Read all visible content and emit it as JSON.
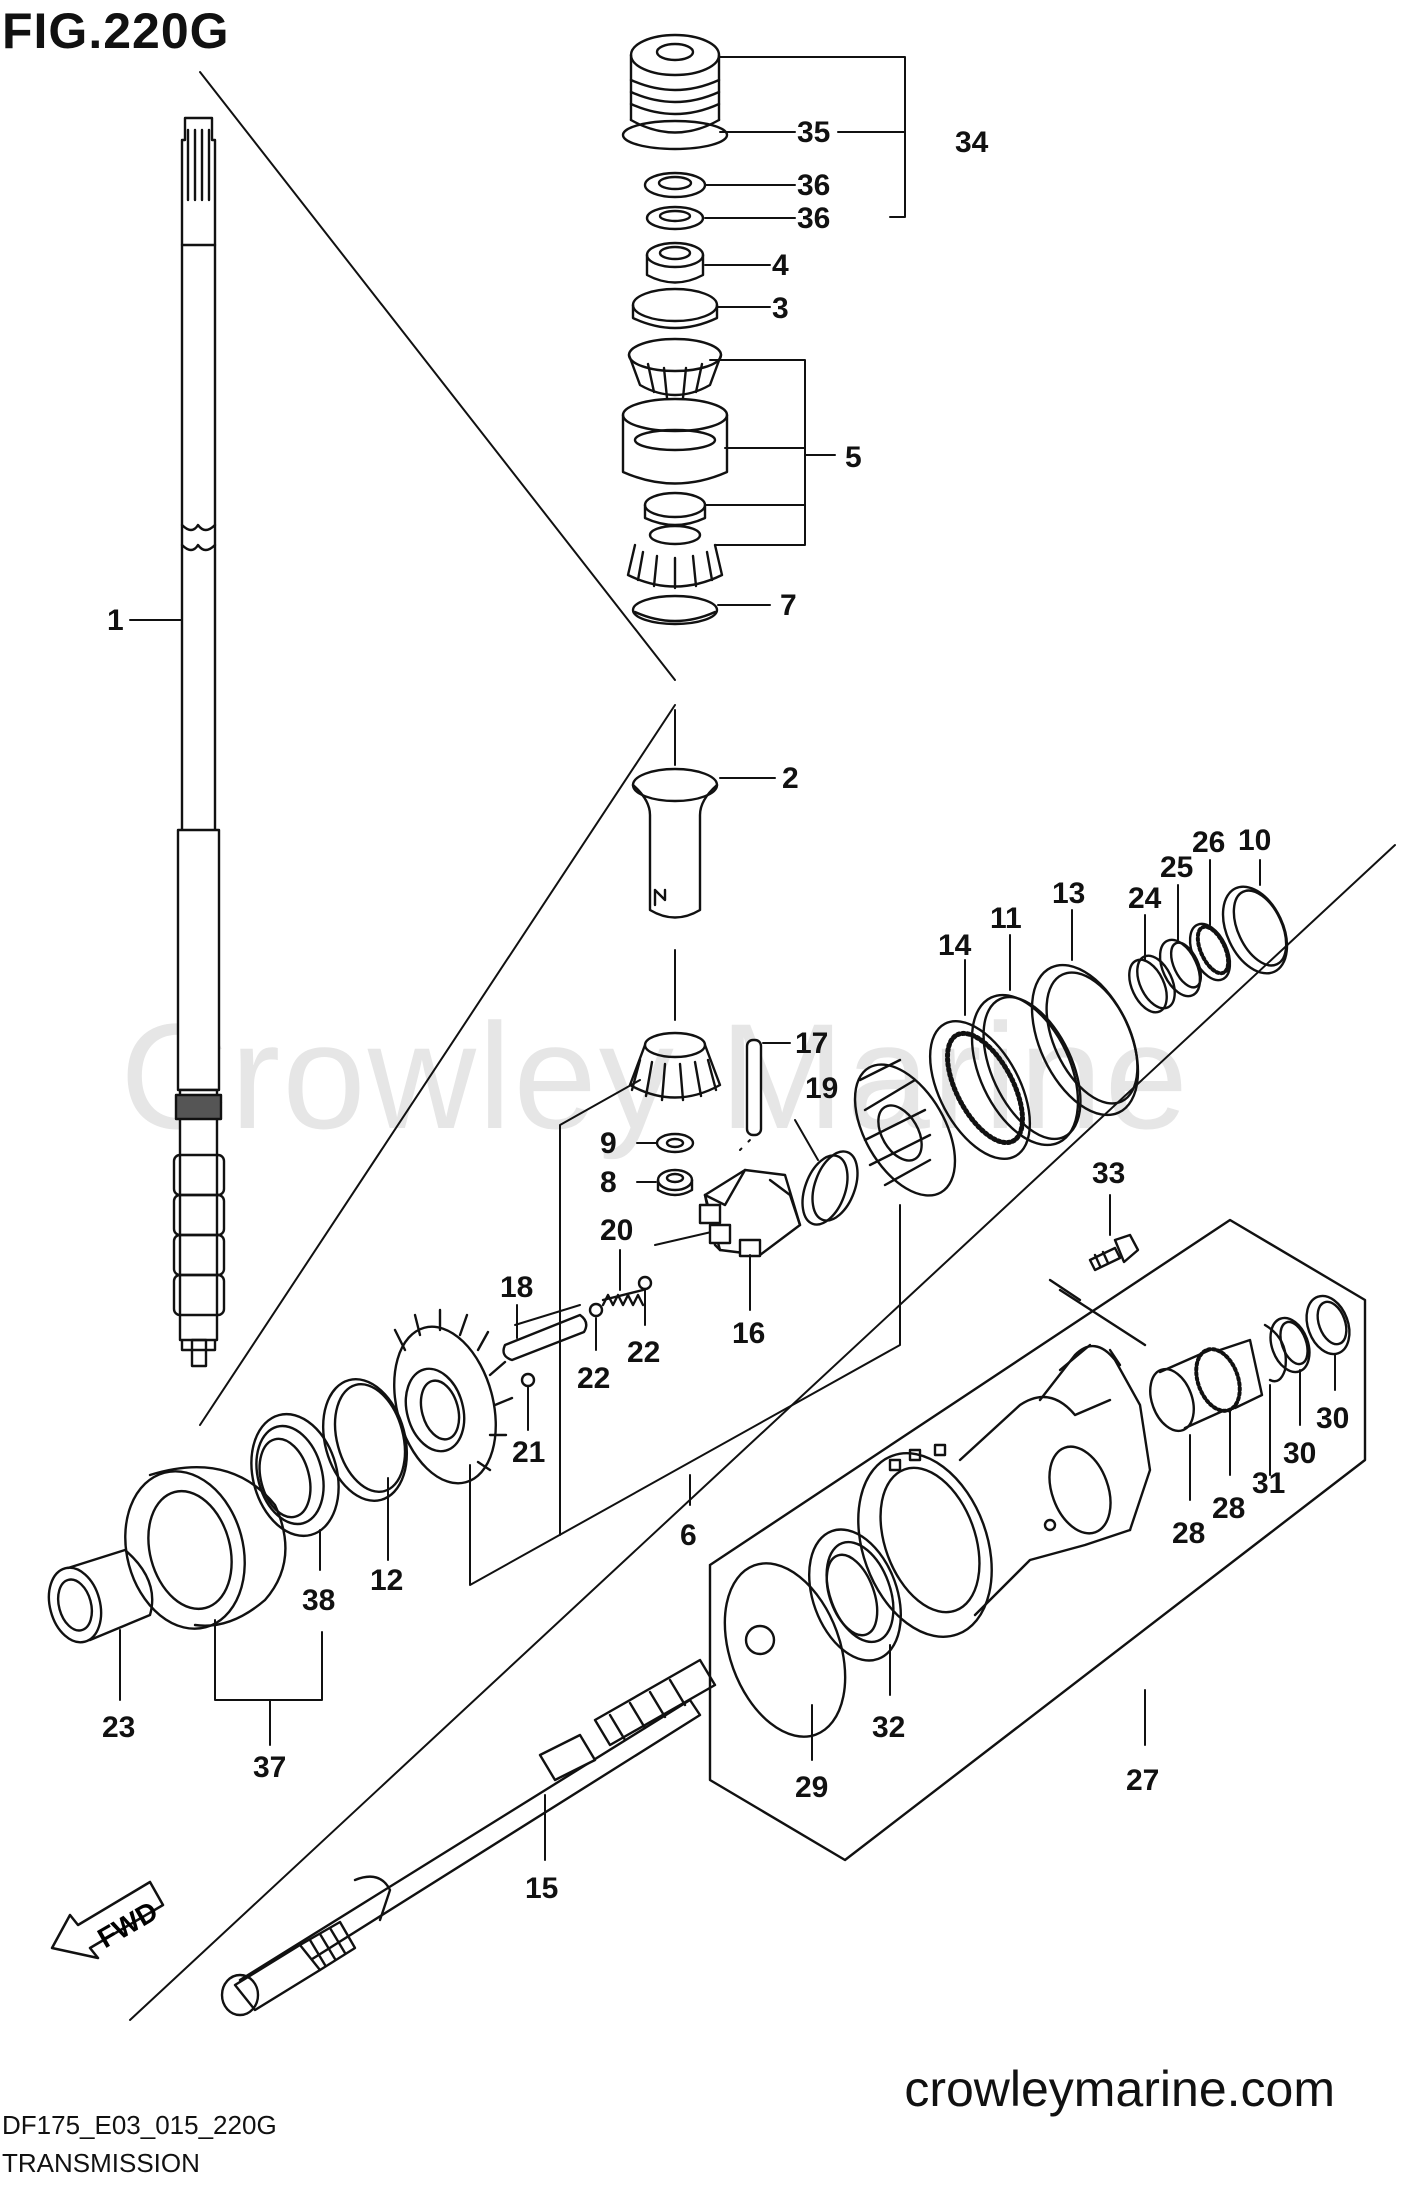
{
  "figure_title": "FIG.220G",
  "watermark": "Crowley Marine",
  "website": "crowleymarine.com",
  "diagram_code": "DF175_E03_015_220G",
  "caption": "TRANSMISSION",
  "fwd_label": "FWD",
  "part_labels": {
    "p1": "1",
    "p2": "2",
    "p3": "3",
    "p4": "4",
    "p5": "5",
    "p6": "6",
    "p7": "7",
    "p8": "8",
    "p9": "9",
    "p10": "10",
    "p11": "11",
    "p12": "12",
    "p13": "13",
    "p14": "14",
    "p15": "15",
    "p16": "16",
    "p17": "17",
    "p18": "18",
    "p19": "19",
    "p20": "20",
    "p21": "21",
    "p22a": "22",
    "p22b": "22",
    "p23": "23",
    "p24": "24",
    "p25": "25",
    "p26": "26",
    "p27": "27",
    "p28a": "28",
    "p28b": "28",
    "p29": "29",
    "p30a": "30",
    "p30b": "30",
    "p31": "31",
    "p32": "32",
    "p33": "33",
    "p34": "34",
    "p35": "35",
    "p36a": "36",
    "p36b": "36",
    "p37": "37",
    "p38": "38"
  }
}
